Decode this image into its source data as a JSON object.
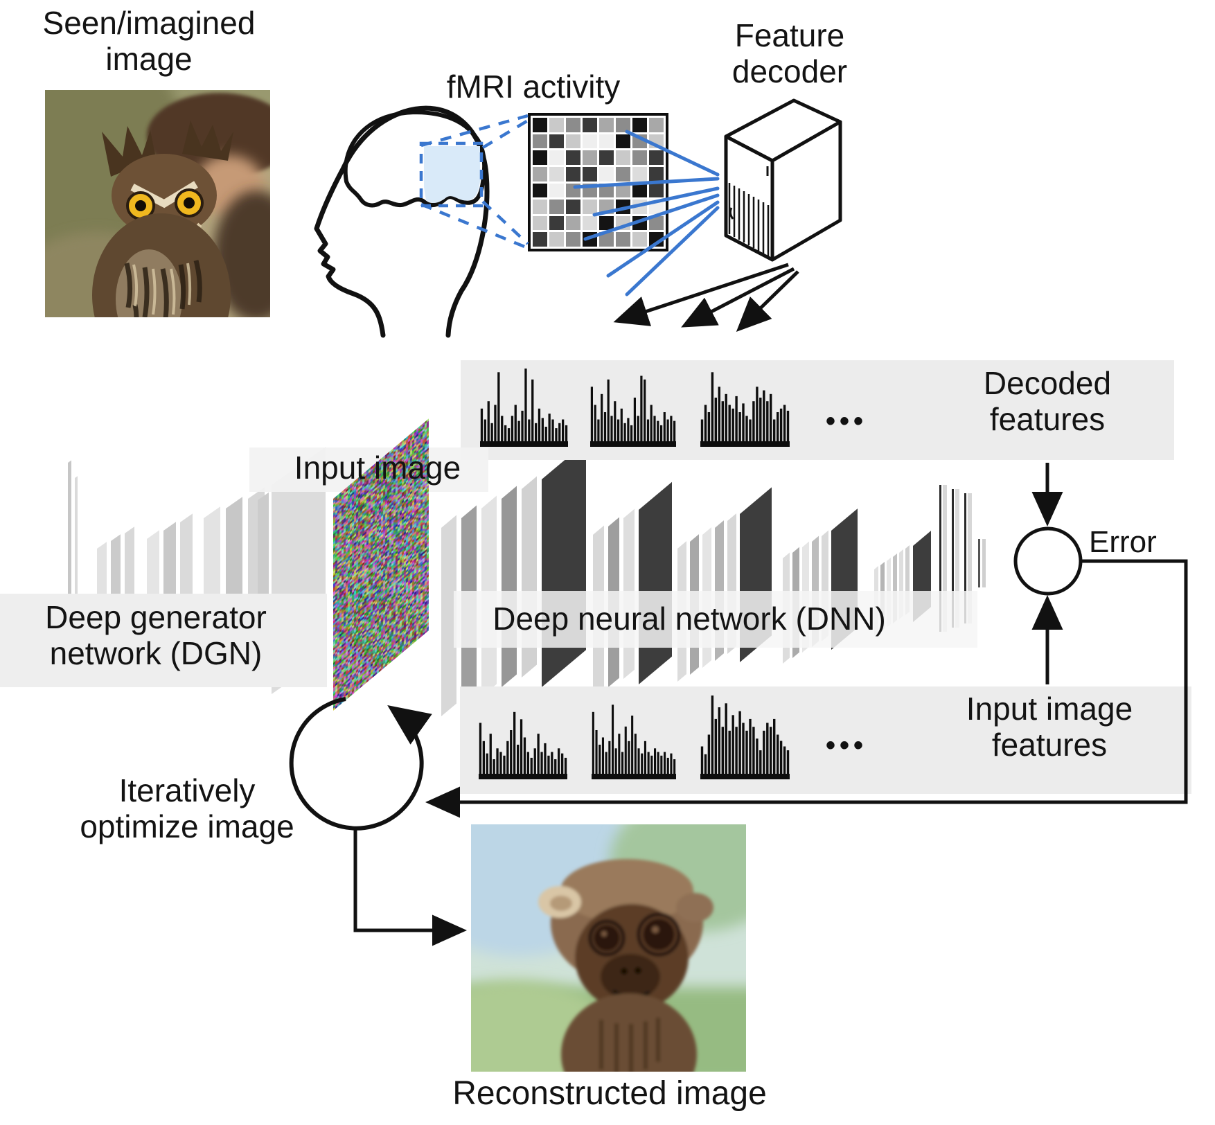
{
  "seen_image": {
    "label_line1": "Seen/imagined",
    "label_line2": "image"
  },
  "fmri": {
    "label": "fMRI activity"
  },
  "decoder": {
    "label_line1": "Feature",
    "label_line2": "decoder"
  },
  "decoded_features": {
    "label_line1": "Decoded",
    "label_line2": "features"
  },
  "input_image": {
    "label": "Input image"
  },
  "dgn": {
    "label_line1": "Deep generator",
    "label_line2": "network (DGN)"
  },
  "dnn": {
    "label": "Deep neural network (DNN)"
  },
  "error": {
    "label": "Error"
  },
  "input_features": {
    "label_line1": "Input image",
    "label_line2": "features"
  },
  "optimize": {
    "label_line1": "Iteratively",
    "label_line2": "optimize image"
  },
  "reconstructed": {
    "label": "Reconstructed image"
  },
  "ellipsis": "•••",
  "colors": {
    "line_blue": "#3a77cf",
    "roi_blue": "#d9eaf9",
    "band_gray": "#ececec",
    "dark_layer": "#3d3d3d",
    "arrow_black": "#111111"
  },
  "voxel_grid": {
    "rows": 8,
    "cols": 8,
    "cells": [
      "#141414",
      "#c9c9c9",
      "#8c8c8c",
      "#3a3a3a",
      "#a8a8a8",
      "#8c8c8c",
      "#141414",
      "#a8a8a8",
      "#8c8c8c",
      "#3a3a3a",
      "#c9c9c9",
      "#efefef",
      "#efefef",
      "#141414",
      "#8c8c8c",
      "#c9c9c9",
      "#141414",
      "#efefef",
      "#3a3a3a",
      "#a8a8a8",
      "#3a3a3a",
      "#c9c9c9",
      "#8c8c8c",
      "#3a3a3a",
      "#a8a8a8",
      "#dcdcdc",
      "#3a3a3a",
      "#3a3a3a",
      "#efefef",
      "#8c8c8c",
      "#dcdcdc",
      "#3a3a3a",
      "#141414",
      "#efefef",
      "#8c8c8c",
      "#8c8c8c",
      "#8c8c8c",
      "#a8a8a8",
      "#141414",
      "#3a3a3a",
      "#c9c9c9",
      "#8c8c8c",
      "#3a3a3a",
      "#c9c9c9",
      "#a8a8a8",
      "#141414",
      "#dcdcdc",
      "#efefef",
      "#c9c9c9",
      "#3a3a3a",
      "#a8a8a8",
      "#dcdcdc",
      "#141414",
      "#c9c9c9",
      "#141414",
      "#8c8c8c",
      "#3a3a3a",
      "#c9c9c9",
      "#8c8c8c",
      "#141414",
      "#8c8c8c",
      "#8c8c8c",
      "#c9c9c9",
      "#141414"
    ]
  },
  "histograms": {
    "decoded": [
      [
        0.45,
        0.3,
        0.55,
        0.25,
        0.5,
        0.95,
        0.35,
        0.22,
        0.18,
        0.35,
        0.5,
        0.28,
        0.42,
        1.0,
        0.3,
        0.85,
        0.25,
        0.45,
        0.32,
        0.2,
        0.38,
        0.3,
        0.18,
        0.25,
        0.3,
        0.22
      ],
      [
        0.75,
        0.5,
        0.3,
        0.65,
        0.4,
        0.85,
        0.35,
        0.55,
        0.3,
        0.45,
        0.25,
        0.32,
        0.22,
        0.6,
        0.35,
        0.9,
        0.85,
        0.3,
        0.5,
        0.35,
        0.28,
        0.22,
        0.4,
        0.3,
        0.35,
        0.28
      ],
      [
        0.3,
        0.5,
        0.4,
        0.95,
        0.6,
        0.75,
        0.55,
        0.65,
        0.5,
        0.45,
        0.62,
        0.4,
        0.52,
        0.35,
        0.3,
        0.55,
        0.75,
        0.6,
        0.7,
        0.55,
        0.65,
        0.3,
        0.4,
        0.45,
        0.5,
        0.42
      ]
    ],
    "input": [
      [
        0.7,
        0.45,
        0.28,
        0.55,
        0.2,
        0.35,
        0.3,
        0.25,
        0.45,
        0.6,
        0.85,
        0.4,
        0.75,
        0.5,
        0.3,
        0.22,
        0.35,
        0.55,
        0.3,
        0.42,
        0.25,
        0.3,
        0.2,
        0.35,
        0.28,
        0.22
      ],
      [
        0.85,
        0.6,
        0.4,
        0.5,
        0.3,
        0.45,
        0.95,
        0.35,
        0.55,
        0.3,
        0.65,
        0.45,
        0.8,
        0.55,
        0.35,
        0.28,
        0.45,
        0.3,
        0.25,
        0.35,
        0.3,
        0.25,
        0.3,
        0.22,
        0.28,
        0.2
      ],
      [
        0.35,
        0.25,
        0.5,
        1.0,
        0.7,
        0.85,
        0.6,
        0.9,
        0.55,
        0.75,
        0.6,
        0.8,
        0.65,
        0.55,
        0.7,
        0.6,
        0.45,
        0.3,
        0.55,
        0.65,
        0.6,
        0.7,
        0.5,
        0.42,
        0.35,
        0.3
      ]
    ]
  }
}
